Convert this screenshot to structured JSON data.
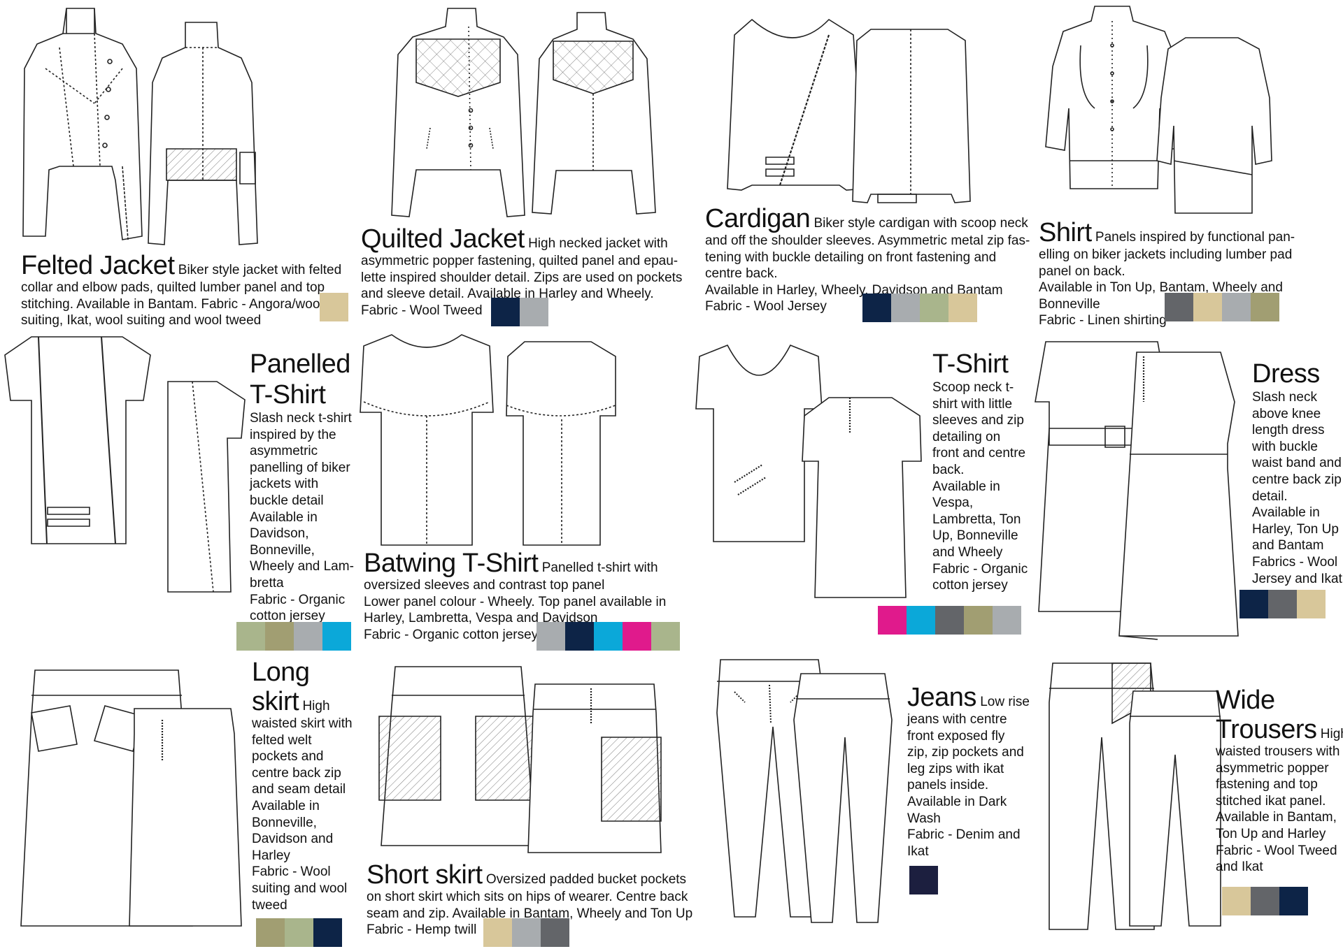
{
  "garments": [
    {
      "id": "felted-jacket",
      "title": "Felted Jacket",
      "lines": [
        "Biker style jacket with felted",
        "collar and elbow pads, quilted lumber panel and top",
        "stitching. Available in Bantam. Fabric - Angora/wool",
        "suiting, Ikat, wool suiting and wool tweed"
      ],
      "swatches": [
        "#d8c79a"
      ]
    },
    {
      "id": "quilted-jacket",
      "title": "Quilted Jacket",
      "lines": [
        "High necked jacket with",
        "asymmetric popper fastening, quilted panel and epau-",
        "lette inspired shoulder detail. Zips are used on pockets",
        "and sleeve detail. Available in Harley and Wheely.",
        "Fabric - Wool Tweed"
      ],
      "swatches": [
        "#0d2447",
        "#a8acaf"
      ]
    },
    {
      "id": "cardigan",
      "title": "Cardigan",
      "lines": [
        "Biker style cardigan with scoop neck",
        "and off the shoulder sleeves.  Asymmetric metal zip fas-",
        "tening with buckle detailing on front fastening and",
        "centre back.",
        "Available in Harley, Wheely, Davidson and Bantam",
        "Fabric - Wool Jersey"
      ],
      "swatches": [
        "#0d2447",
        "#a8acaf",
        "#a9b58c",
        "#d8c79a"
      ]
    },
    {
      "id": "shirt",
      "title": "Shirt",
      "lines": [
        "Panels inspired by functional pan-",
        "elling on biker jackets including lumber pad",
        "panel on back.",
        "Available in Ton Up, Bantam, Wheely and",
        "Bonneville",
        "Fabric - Linen shirting"
      ],
      "swatches": [
        "#636569",
        "#d8c79a",
        "#a8acaf",
        "#a19e72"
      ]
    },
    {
      "id": "panelled-t-shirt",
      "title_lines": [
        "Panelled",
        "T-Shirt"
      ],
      "lines": [
        "Slash neck t-shirt",
        "inspired by the",
        "asymmetric",
        "panelling of biker",
        "jackets with",
        "buckle detail",
        "Available in",
        "Davidson,",
        "Bonneville,",
        "Wheely and Lam-",
        "bretta",
        "Fabric - Organic",
        "cotton jersey"
      ],
      "swatches": [
        "#a9b58c",
        "#a19e72",
        "#a8acaf",
        "#0ba8d9"
      ]
    },
    {
      "id": "batwing-t-shirt",
      "title": "Batwing T-Shirt",
      "lines": [
        "Panelled t-shirt with",
        "oversized sleeves and contrast top panel",
        "Lower panel colour - Wheely. Top panel available in",
        "Harley, Lambretta, Vespa and Davidson",
        "Fabric - Organic cotton jersey"
      ],
      "swatches": [
        "#a8acaf",
        "#0d2447",
        "#0ba8d9",
        "#e01a8c",
        "#a9b58c"
      ]
    },
    {
      "id": "t-shirt",
      "title": "T-Shirt",
      "lines": [
        "Scoop neck t-",
        "shirt with little",
        "sleeves and zip",
        "detailing on",
        "front and centre",
        "back.",
        "Available in",
        "Vespa,",
        "Lambretta, Ton",
        "Up, Bonneville",
        "and Wheely",
        "Fabric - Organic",
        "cotton jersey"
      ],
      "swatches": [
        "#e01a8c",
        "#0ba8d9",
        "#636569",
        "#a19e72",
        "#a8acaf"
      ]
    },
    {
      "id": "dress",
      "title": "Dress",
      "lines": [
        "Slash neck",
        "above knee",
        "length dress",
        "with buckle",
        "waist band and",
        "centre back zip",
        "detail.",
        "Available in",
        "Harley, Ton Up",
        "and Bantam",
        "Fabrics - Wool",
        "Jersey and Ikat"
      ],
      "swatches": [
        "#0d2447",
        "#636569",
        "#d8c79a"
      ]
    },
    {
      "id": "long-skirt",
      "title_lines": [
        "Long",
        "skirt"
      ],
      "lines": [
        "High",
        "waisted skirt with",
        "felted welt",
        "pockets and",
        "centre back zip",
        "and seam detail",
        "Available in",
        "Bonneville,",
        "Davidson and",
        "Harley",
        "Fabric - Wool",
        "suiting and wool",
        "tweed"
      ],
      "swatches": [
        "#a19e72",
        "#a9b58c",
        "#0d2447"
      ]
    },
    {
      "id": "short-skirt",
      "title": "Short skirt",
      "lines": [
        "Oversized padded bucket pockets",
        "on short skirt which sits on hips of wearer. Centre back",
        "seam and zip. Available in Bantam, Wheely and Ton Up",
        "Fabric - Hemp twill"
      ],
      "swatches": [
        "#d8c79a",
        "#a8acaf",
        "#636569"
      ]
    },
    {
      "id": "jeans",
      "title": "Jeans",
      "lines": [
        "Low rise",
        "jeans with centre",
        "front exposed fly",
        "zip, zip pockets and",
        "leg zips with ikat",
        "panels inside.",
        "Available in Dark",
        "Wash",
        "Fabric - Denim and",
        "Ikat"
      ],
      "swatches": [
        "#1c1f3f"
      ]
    },
    {
      "id": "wide-trousers",
      "title_lines": [
        "Wide",
        "Trousers"
      ],
      "lines": [
        "High",
        "waisted trousers with",
        "asymmetric popper",
        "fastening and top",
        "stitched ikat panel.",
        "Available in Bantam,",
        "Ton Up and Harley",
        "Fabric - Wool Tweed",
        "and Ikat"
      ],
      "swatches": [
        "#d8c79a",
        "#636569",
        "#0d2447"
      ]
    }
  ]
}
